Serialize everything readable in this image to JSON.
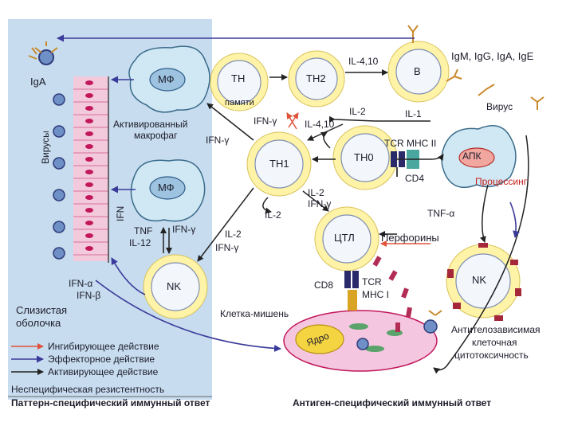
{
  "colors": {
    "mucosa_bg": "#c7dcef",
    "cell_outer": "#fff3a8",
    "cell_inner": "#f3f6fb",
    "nucleus": "#3f6fb5",
    "inhibit": "#e0523a",
    "effector": "#3a3a9a",
    "activate": "#222222",
    "mucosa_cell": "#f3c9dc"
  },
  "cells": {
    "macrophage1": "МФ",
    "macrophage2": "МФ",
    "th_memory": "TH",
    "th_memory_sub": "памяти",
    "th2": "TH2",
    "b_cell": "B",
    "th1": "TH1",
    "th0": "TH0",
    "apc": "АПК",
    "ctl": "ЦТЛ",
    "nk_left": "NK",
    "nk_right": "NK",
    "nucleus": "Ядро"
  },
  "labels": {
    "iga": "IgA",
    "viruses": "Вирусы",
    "immunoglobulins": "IgM, IgG, IgA, IgE",
    "il_4_10_top": "IL-4,10",
    "virus_right": "Вирус",
    "activated_macrophage_1": "Активированный",
    "activated_macrophage_2": "макрофаг",
    "ifn_gamma_macrophage": "IFN-γ",
    "ifn_gamma_th": "IFN-γ",
    "il_4_10_mid": "IL-4,10",
    "il_2_mid": "IL-2",
    "il_1": "IL-1",
    "tcr_mhc_ii": "TCR MHC II",
    "cd4": "CD4",
    "processing": "Процессинг",
    "il_2_loop": "IL-2",
    "il_2_ctl": "IL-2",
    "ifn_gamma_ctl": "IFN-γ",
    "tnf_alpha_right": "TNF-α",
    "ifn_vertical": "IFN",
    "tnf": "TNF",
    "il_12": "IL-12",
    "ifn_gamma_nk": "IFN-γ",
    "il_2_nk": "IL-2",
    "ifn_gamma_nk2": "IFN-γ",
    "perforins": "Перфорины",
    "cd8": "CD8",
    "tcr": "TCR",
    "mhc_i": "MHC I",
    "target_cell": "Клетка-мишень",
    "ifn_alpha": "IFN-α",
    "ifn_beta": "IFN-β",
    "mucosa_1": "Слизистая",
    "mucosa_2": "оболочка",
    "adcc_1": "Антителозависимая",
    "adcc_2": "клеточная",
    "adcc_3": "цитотоксичность"
  },
  "legend": {
    "inhibit": "Ингибирующее действие",
    "effector": "Эффекторное действие",
    "activate": "Активирующее действие"
  },
  "footer": {
    "nonspecific": "Неспецифическая резистентность",
    "pattern": "Паттерн-специфический иммунный ответ",
    "antigen": "Антиген-специфический иммунный ответ"
  }
}
